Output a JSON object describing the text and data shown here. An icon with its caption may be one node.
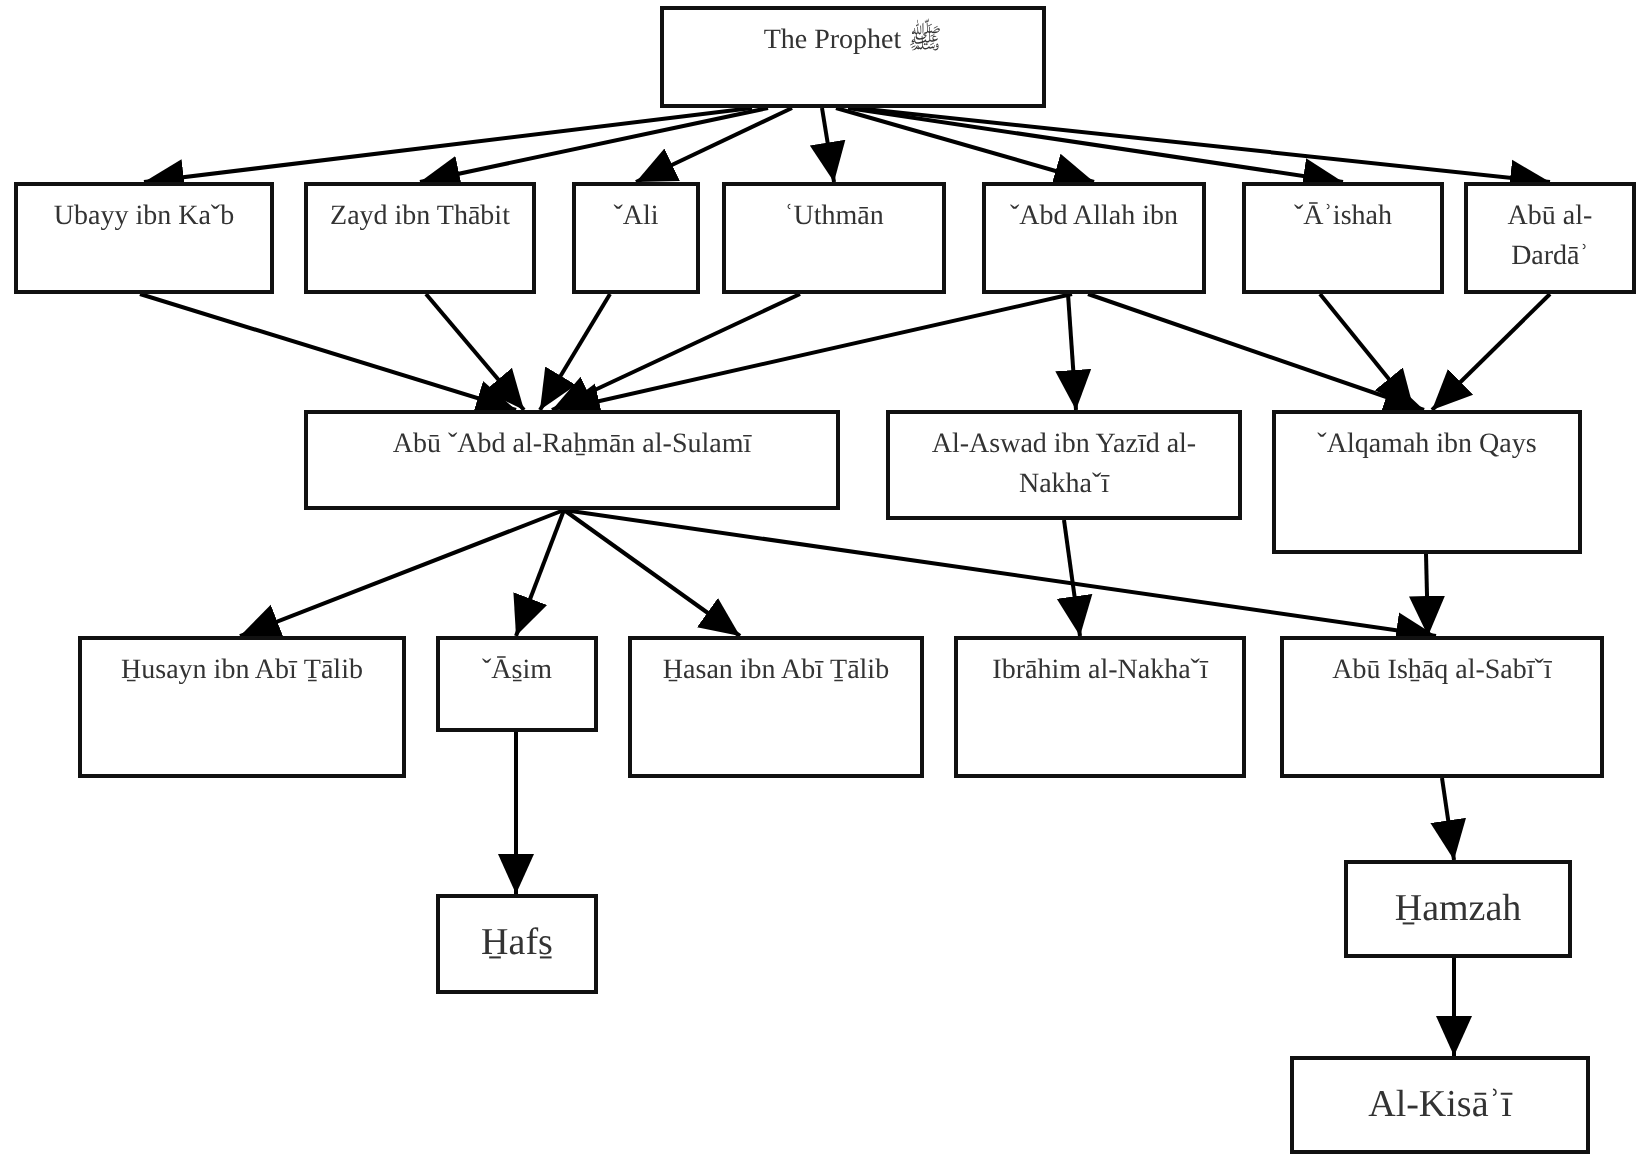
{
  "diagram": {
    "nodes": [
      {
        "text": [
          "The Prophet ﷺ"
        ]
      },
      {
        "text": [
          "Ubayy ibn Kaˇb"
        ]
      },
      {
        "text": [
          "Zayd ibn Thābit"
        ]
      },
      {
        "text": [
          "ˇAli"
        ]
      },
      {
        "text": [
          "ʿUthmān"
        ]
      },
      {
        "text": [
          "ˇAbd Allah ibn"
        ]
      },
      {
        "text": [
          "ˇĀʾishah"
        ]
      },
      {
        "text": [
          "Abū al-Dardāʾ"
        ]
      },
      {
        "text": [
          "Abū ˇAbd al-Raẖmān al-Sulamī"
        ]
      },
      {
        "text": [
          "Al-Aswad ibn Yazīd al-Nakhaˇī"
        ]
      },
      {
        "text": [
          "ˇAlqamah ibn Qays"
        ]
      },
      {
        "text": [
          "H̱usayn ibn Abī Ṯālib"
        ]
      },
      {
        "text": [
          "ˇĀs̱im"
        ]
      },
      {
        "text": [
          "H̱asan ibn Abī Ṯālib"
        ]
      },
      {
        "text": [
          "Ibrāhim al-Nakhaˇī"
        ]
      },
      {
        "text": [
          "Abū Isẖāq al-Sabīˇī"
        ]
      },
      {
        "text": [
          "H̱afs̱"
        ]
      },
      {
        "text": [
          "H̱amzah"
        ]
      },
      {
        "text": [
          "Al-Kisāʾī"
        ]
      }
    ],
    "edges": [
      {
        "from": 0,
        "to": 1,
        "arrow": "to"
      },
      {
        "from": 0,
        "to": 2,
        "arrow": "to"
      },
      {
        "from": 0,
        "to": 3,
        "arrow": "to"
      },
      {
        "from": 0,
        "to": 4,
        "arrow": "to"
      },
      {
        "from": 0,
        "to": 5,
        "arrow": "to"
      },
      {
        "from": 0,
        "to": 6,
        "arrow": "to"
      },
      {
        "from": 0,
        "to": 7,
        "arrow": "to"
      },
      {
        "from": 1,
        "to": 8,
        "arrow": "to"
      },
      {
        "from": 2,
        "to": 8,
        "arrow": "to"
      },
      {
        "from": 3,
        "to": 8,
        "arrow": "to"
      },
      {
        "from": 4,
        "to": 8,
        "arrow": "to"
      },
      {
        "from": 5,
        "to": 8,
        "arrow": "to"
      },
      {
        "from": 5,
        "to": 9,
        "arrow": "to"
      },
      {
        "from": 5,
        "to": 10,
        "arrow": "to"
      },
      {
        "from": 6,
        "to": 10,
        "arrow": "to"
      },
      {
        "from": 7,
        "to": 10,
        "arrow": "to"
      },
      {
        "from": 8,
        "to": 11,
        "arrow": "to"
      },
      {
        "from": 8,
        "to": 12,
        "arrow": "to"
      },
      {
        "from": 8,
        "to": 13,
        "arrow": "to"
      },
      {
        "from": 8,
        "to": 15,
        "arrow": "to"
      },
      {
        "from": 9,
        "to": 14,
        "arrow": "to"
      },
      {
        "from": 10,
        "to": 15,
        "arrow": "to"
      },
      {
        "from": 12,
        "to": 16,
        "arrow": "to"
      },
      {
        "from": 15,
        "to": 17,
        "arrow": "to"
      },
      {
        "from": 17,
        "to": 18,
        "arrow": "to"
      }
    ]
  }
}
